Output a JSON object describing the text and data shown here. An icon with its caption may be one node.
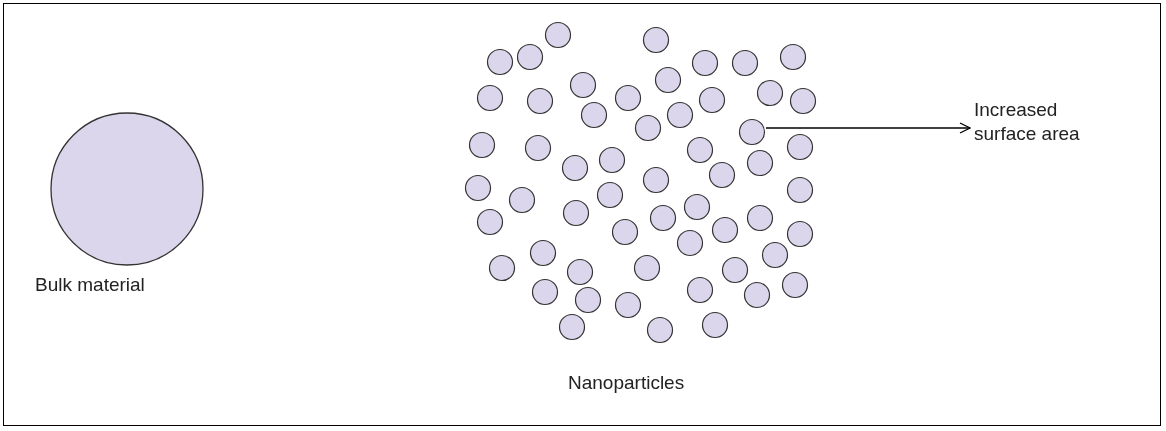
{
  "diagram": {
    "nodes": [
      {
        "text": [],
        "shape": "circle",
        "beside": [
          "Bulk material"
        ]
      },
      {
        "text": [],
        "shape": "picture",
        "beside": [
          "Nanoparticles"
        ]
      },
      {
        "text": [
          "Increased surface area"
        ]
      }
    ],
    "edges": [
      {
        "from": 1,
        "to": 2,
        "arrow": "to"
      }
    ]
  }
}
